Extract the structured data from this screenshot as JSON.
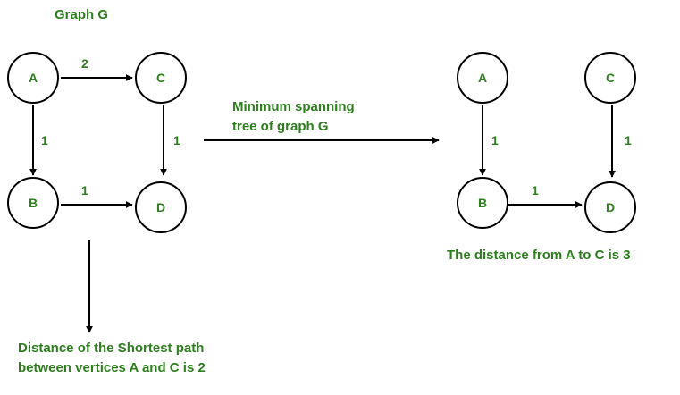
{
  "title": "Graph G",
  "graph": {
    "nodes": [
      "A",
      "B",
      "C",
      "D"
    ],
    "edges": [
      {
        "from": "A",
        "to": "C",
        "weight": "2"
      },
      {
        "from": "A",
        "to": "B",
        "weight": "1"
      },
      {
        "from": "C",
        "to": "D",
        "weight": "1"
      },
      {
        "from": "B",
        "to": "D",
        "weight": "1"
      }
    ]
  },
  "transform_label": {
    "line1": "Minimum spanning",
    "line2": "tree of graph G"
  },
  "mst": {
    "nodes": [
      "A",
      "B",
      "C",
      "D"
    ],
    "edges": [
      {
        "from": "A",
        "to": "B",
        "weight": "1"
      },
      {
        "from": "C",
        "to": "D",
        "weight": "1"
      },
      {
        "from": "B",
        "to": "D",
        "weight": "1"
      }
    ],
    "caption": "The distance from A to C is 3"
  },
  "shortest_path_note": {
    "line1": "Distance of the Shortest path",
    "line2": "between vertices A and C is 2"
  },
  "colors": {
    "text": "#2e7d1f",
    "stroke": "#000000",
    "background": "#ffffff"
  }
}
